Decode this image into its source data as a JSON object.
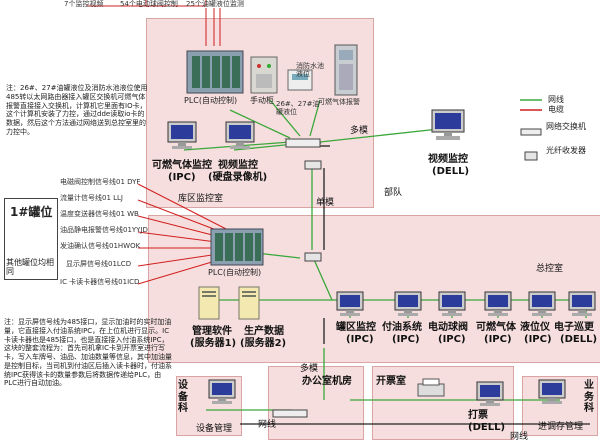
{
  "top_labels": {
    "cams": "7个监控视频",
    "valves": "54个电动球阀控制",
    "tanks": "25个油罐液位监测"
  },
  "plc_top": "PLC(自动控制)",
  "manual_cabinet": "手动柜",
  "tank_level_26": "26#、27#油罐液位",
  "fire_water_level": "消防水池液位",
  "gas_alarm": "可燃气体报警",
  "note_top": "注：26#、27#油罐液位及消防水池液位使用485转以太网路由器接入罐区交换机可燃气体报警直接接入交换机，计算机它里面有IO卡，这个计算机安装了力控，通过dde读取io卡的数据，然后这个方法通过网络送到总控室里的力控中。",
  "gas_monitor": "可燃气体监控",
  "gas_monitor_ipc": "(IPC)",
  "video_monitor": "视频监控",
  "video_monitor_sub": "(硬盘录像机)",
  "tank_room": "库区监控室",
  "multimode": "多模",
  "singlemode": "单模",
  "dept_video": "视频监控",
  "dept_video_sub": "(DELL)",
  "troops": "部队",
  "legend": {
    "network": "网线",
    "cable": "电缆",
    "switch": "网络交换机",
    "fiber": "光纤收发器"
  },
  "tank1": "1#罐位",
  "other_tanks": "其他罐位均相同",
  "signals": [
    "电磁阀控制信号线01 DYF",
    "流量计信号线01 LLJ",
    "温度变送器信号线01 WB",
    "油品静电报警信号线01YYJD",
    "发油确认信号线01HWOK",
    "显示屏信号线01LCD",
    "IC 卡读卡器信号线01ICD"
  ],
  "plc_mid": "PLC(自动控制)",
  "control_room": "总控室",
  "mgmt_software": "管理软件",
  "mgmt_software_sub": "(服务器1)",
  "production_data": "生产数据",
  "production_data_sub": "(服务器2)",
  "cr_items": [
    {
      "name": "罐区监控",
      "sub": "(IPC)"
    },
    {
      "name": "付油系统",
      "sub": "(IPC)"
    },
    {
      "name": "电动球阀",
      "sub": "(IPC)"
    },
    {
      "name": "可燃气体",
      "sub": "(IPC)"
    },
    {
      "name": "液位仪",
      "sub": "(IPC)"
    },
    {
      "name": "电子巡更",
      "sub": "(DELL)"
    }
  ],
  "note_bottom": "注：显示屏信号线为485接口，显示加油时的实时加油量，它直接接入付油系统IPC，在上位机进行显示。IC卡读卡器也是485接口，也是直接接入付油系统IPC，这块的整套流程为：首先司机拿IC卡到开票室进行写卡，写入车牌号、油品、加油数量等信息，其中加油量是控制目标，当司机到付油区后插入读卡器时，付油系统IPC获得该卡的数量参数后将数据传递给PLC，由PLC进行自动加油。",
  "equipment_dept": "设备科",
  "equipment_mgmt": "设备管理",
  "office_machine_room": "办公室机房",
  "billing_room": "开票室",
  "billing": "打票",
  "billing_sub": "(DELL)",
  "business_dept": "业务科",
  "inout_mgmt": "进调存管理",
  "network_line": "网线",
  "colors": {
    "zone": "#f6dede",
    "network": "#3aa83a",
    "cable": "#d21f1f",
    "fiber": "#222222"
  }
}
